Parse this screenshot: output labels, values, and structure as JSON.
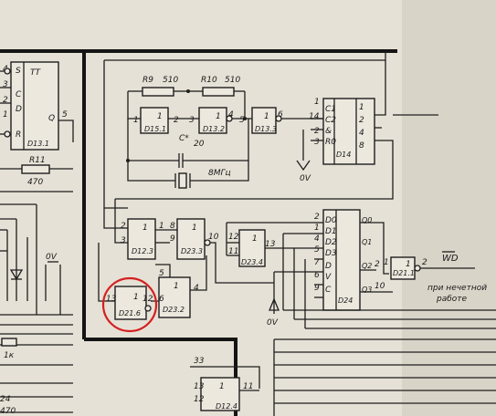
{
  "chips": {
    "d131": {
      "ref": "D13.1",
      "func": "TT",
      "pins": [
        "4",
        "S",
        "3",
        "C",
        "2",
        "D",
        "1",
        "R",
        "Q",
        "5"
      ]
    },
    "d151": {
      "ref": "D15.1",
      "func": "1",
      "pins": [
        "1",
        "2"
      ]
    },
    "d132": {
      "ref": "D13.2",
      "func": "1",
      "pins": [
        "3",
        "4",
        "5"
      ]
    },
    "d133": {
      "ref": "D13.3",
      "func": "1",
      "pins": [
        "6"
      ]
    },
    "d14": {
      "ref": "D14",
      "pins_in": [
        "1",
        "C1",
        "14",
        "C2",
        "&",
        "2",
        "3",
        "R0"
      ],
      "pins_out": [
        "1",
        "2",
        "4",
        "8"
      ]
    },
    "d123": {
      "ref": "D12.3",
      "func": "1",
      "pins": [
        "2",
        "3",
        "1",
        "8"
      ]
    },
    "d233": {
      "ref": "D23.3",
      "func": "1",
      "pins": [
        "9",
        "10"
      ]
    },
    "d234": {
      "ref": "D23.4",
      "func": "1",
      "pins": [
        "12",
        "11",
        "13"
      ]
    },
    "d24": {
      "ref": "D24",
      "pins_in": [
        "2",
        "D0",
        "1",
        "D1",
        "4",
        "D2",
        "5",
        "D3",
        "7",
        "D",
        "6",
        "V",
        "9",
        "C"
      ],
      "pins_out": [
        "Q0",
        "Q1",
        "Q2",
        "Q3"
      ]
    },
    "d211": {
      "ref": "D21.1",
      "func": "1",
      "pins": [
        "1",
        "2"
      ]
    },
    "d216": {
      "ref": "D21.6",
      "func": "1",
      "pins": [
        "13",
        "12"
      ]
    },
    "d232": {
      "ref": "D23.2",
      "func": "1",
      "pins": [
        "5",
        "6",
        "4"
      ]
    },
    "d124": {
      "ref": "D12.4",
      "func": "1",
      "pins": [
        "13",
        "12",
        "11"
      ]
    }
  },
  "components": {
    "r9": {
      "ref": "R9",
      "value": "510"
    },
    "r10": {
      "ref": "R10",
      "value": "510"
    },
    "r11": {
      "ref": "R11",
      "value": "470"
    },
    "cap": {
      "ref": "C*",
      "value": "20"
    },
    "crystal": {
      "label": "8МГц"
    },
    "resistor_1k": {
      "value": "1к"
    },
    "resistor_left_bottom": {
      "value": "470"
    }
  },
  "labels": {
    "ground_1": "0V",
    "ground_2": "0V",
    "ground_3": "0V",
    "net_14": "14",
    "net_5": "5",
    "net_33": "33",
    "net_11": "11",
    "net_10": "10",
    "net_2": "2",
    "wd_signal": "WD",
    "note_line1": "при нечетной",
    "note_line2": "работе",
    "left_pin_24": "24",
    "left_pin_4": "4"
  },
  "highlight": {
    "color": "#d42020",
    "target": "D21.6"
  },
  "colors": {
    "paper": "#e6e1d6",
    "ink": "#1e1e1e"
  }
}
